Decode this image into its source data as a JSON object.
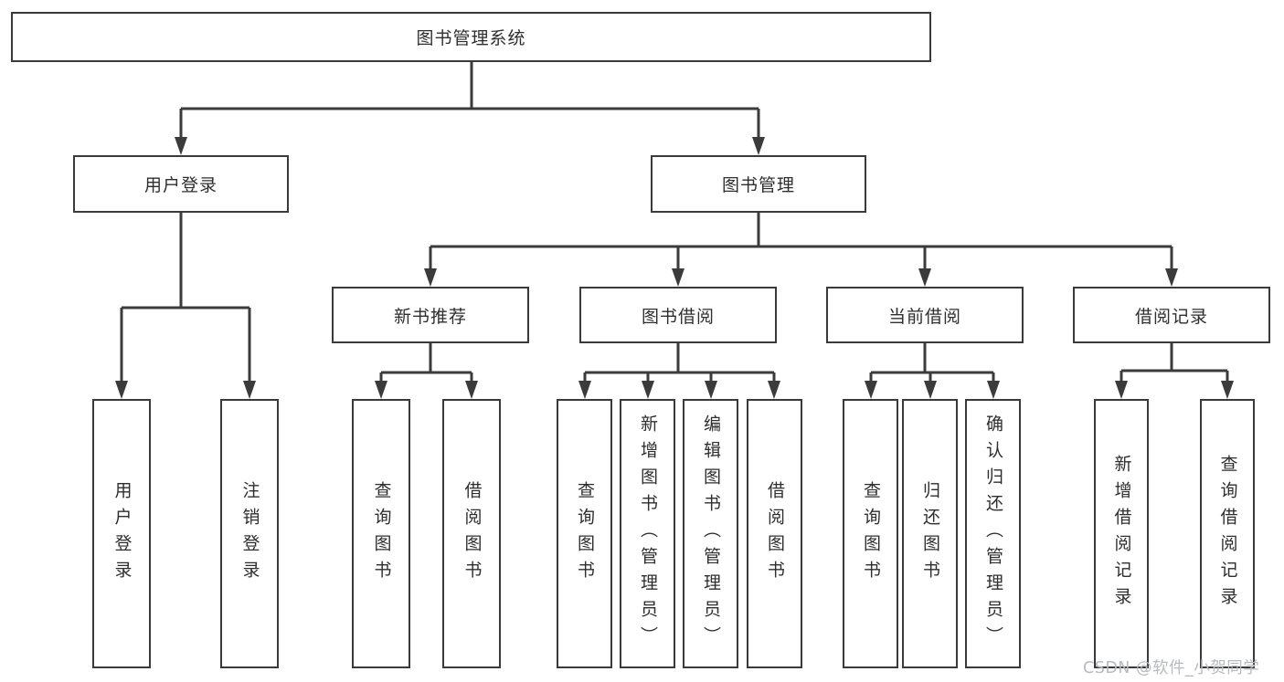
{
  "diagram_type": "hierarchy-tree",
  "colors": {
    "background": "#ffffff",
    "box_border": "#3a3a3a",
    "line": "#3b3b3b",
    "text": "#2e2e2e",
    "watermark": "#b7babe"
  },
  "tree": {
    "root": {
      "label": "图书管理系统"
    },
    "branches": [
      {
        "label": "用户登录",
        "children": [
          {
            "label": "用户登录"
          },
          {
            "label": "注销登录"
          }
        ]
      },
      {
        "label": "图书管理",
        "groups": [
          {
            "label": "新书推荐",
            "children": [
              {
                "label": "查询图书"
              },
              {
                "label": "借阅图书"
              }
            ]
          },
          {
            "label": "图书借阅",
            "children": [
              {
                "label": "查询图书"
              },
              {
                "label": "新增图书（管理员）"
              },
              {
                "label": "编辑图书（管理员）"
              },
              {
                "label": "借阅图书"
              }
            ]
          },
          {
            "label": "当前借阅",
            "children": [
              {
                "label": "查询图书"
              },
              {
                "label": "归还图书"
              },
              {
                "label": "确认归还（管理员）"
              }
            ]
          },
          {
            "label": "借阅记录",
            "children": [
              {
                "label": "新增借阅记录"
              },
              {
                "label": "查询借阅记录"
              }
            ]
          }
        ]
      }
    ]
  },
  "watermark": {
    "text": "CSDN @软件_小贺同学"
  }
}
